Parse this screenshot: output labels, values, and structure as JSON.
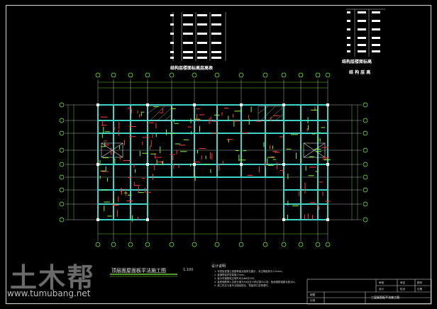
{
  "drawing": {
    "plan_title": "顶层面屋面板平法施工图",
    "plan_scale": "1:100",
    "notes_title": "设计说明",
    "notes": [
      "1. 本层板混凝土强度等级及板厚见图示，未注明板厚为120mm。",
      "2. 板钢筋保护层厚度15mm。",
      "3. 板分布钢筋除注明外均为Φ6@200。",
      "4. 板底钢筋伸入支座长度为5d且至少伸过梁中心线，板面钢筋锚固长度为la。",
      "5. 施工时应与各专业图纸配合，预留洞口及预埋件。"
    ]
  },
  "tables": {
    "table1_caption": "结构层楼面标高层高表",
    "table2_caption": "结构层楼面标高",
    "table3_caption": "结 构 层 高"
  },
  "title_block": {
    "drawing_name": "三层屋面板平法施工图",
    "labels": [
      "审核",
      "审定",
      "设计",
      "校对",
      "制图",
      "图号",
      "日期",
      "比例"
    ]
  },
  "watermark": {
    "brand": "土木帮",
    "url": "www.tumubang.net"
  },
  "colors": {
    "background": "#000000",
    "beam": "#3fd3c6",
    "axis": "#7CFC3A",
    "rebar_red": "#ff3a3a",
    "rebar_green": "#7CFC3A",
    "grid_white": "#e0e0e0"
  }
}
